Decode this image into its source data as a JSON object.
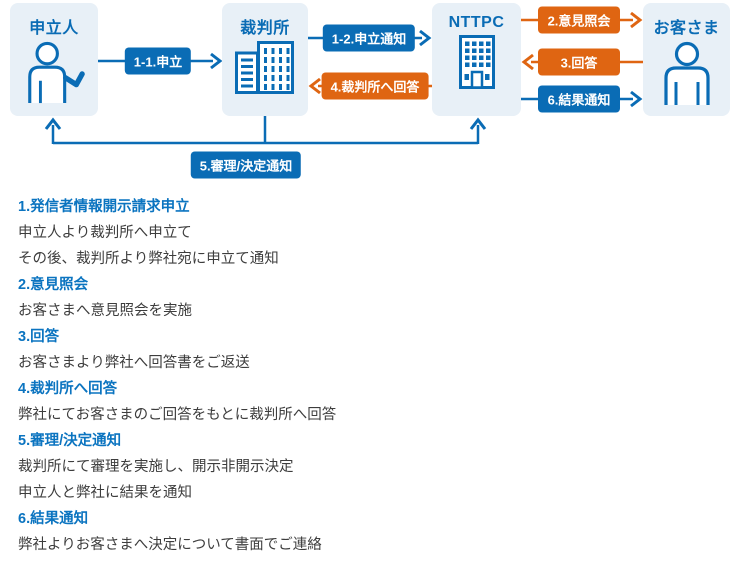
{
  "colors": {
    "blue": "#0a6cb5",
    "orange": "#df6512",
    "box": "#e8f0f7",
    "heading": "#0b74c0",
    "text": "#3d3d3d"
  },
  "entities": [
    {
      "id": "petitioner",
      "label": "申立人",
      "icon": "person-raising-hand-icon"
    },
    {
      "id": "court",
      "label": "裁判所",
      "icon": "court-buildings-icon"
    },
    {
      "id": "nttpc",
      "label": "NTTPC",
      "icon": "office-building-icon"
    },
    {
      "id": "customer",
      "label": "お客さま",
      "icon": "person-icon"
    }
  ],
  "steps": [
    {
      "label": "1-1.申立",
      "color": "blue",
      "from": "申立人",
      "to": "裁判所"
    },
    {
      "label": "1-2.申立通知",
      "color": "blue",
      "from": "裁判所",
      "to": "NTTPC"
    },
    {
      "label": "2.意見照会",
      "color": "orange",
      "from": "NTTPC",
      "to": "お客さま"
    },
    {
      "label": "3.回答",
      "color": "orange",
      "from": "お客さま",
      "to": "NTTPC"
    },
    {
      "label": "4.裁判所へ回答",
      "color": "orange",
      "from": "NTTPC",
      "to": "裁判所"
    },
    {
      "label": "5.審理/決定通知",
      "color": "blue",
      "from": "裁判所",
      "to": "申立人・NTTPC"
    },
    {
      "label": "6.結果通知",
      "color": "blue",
      "from": "NTTPC",
      "to": "お客さま"
    }
  ],
  "legend": {
    "sections": [
      {
        "heading": "1.発信者情報開示請求申立",
        "lines": [
          "申立人より裁判所へ申立て",
          "その後、裁判所より弊社宛に申立て通知"
        ]
      },
      {
        "heading": "2.意見照会",
        "lines": [
          "お客さまへ意見照会を実施"
        ]
      },
      {
        "heading": "3.回答",
        "lines": [
          "お客さまより弊社へ回答書をご返送"
        ]
      },
      {
        "heading": "4.裁判所へ回答",
        "lines": [
          "弊社にてお客さまのご回答をもとに裁判所へ回答"
        ]
      },
      {
        "heading": "5.審理/決定通知",
        "lines": [
          "裁判所にて審理を実施し、開示非開示決定",
          "申立人と弊社に結果を通知"
        ]
      },
      {
        "heading": "6.結果通知",
        "lines": [
          "弊社よりお客さまへ決定について書面でご連絡"
        ]
      }
    ]
  }
}
